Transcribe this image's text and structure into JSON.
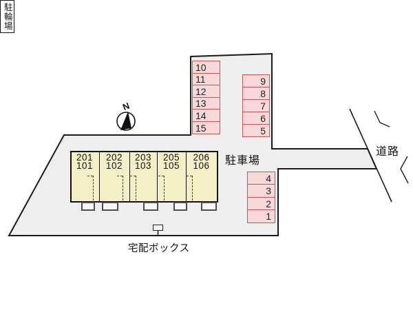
{
  "compass": {
    "letter": "N"
  },
  "labels": {
    "parking_lot": "駐車場",
    "road": "道路",
    "bicycle_parking": "駐輪場",
    "delivery_box": "宅配ボックス"
  },
  "parking": {
    "left_column": [
      "10",
      "11",
      "12",
      "13",
      "14",
      "15"
    ],
    "right_column": [
      "9",
      "8",
      "7",
      "6",
      "5"
    ],
    "south_column": [
      "4",
      "3",
      "2",
      "1"
    ]
  },
  "building": {
    "units": [
      {
        "upper": "201",
        "lower": "101"
      },
      {
        "upper": "202",
        "lower": "102"
      },
      {
        "upper": "203",
        "lower": "103"
      },
      {
        "upper": "205",
        "lower": "105"
      },
      {
        "upper": "206",
        "lower": "106"
      }
    ]
  },
  "colors": {
    "site_fill": "#eeeeee",
    "stall_fill": "#f9d8da",
    "stall_border": "#c65353",
    "building_fill": "#f5efc5",
    "outline": "#1a1a1a"
  }
}
